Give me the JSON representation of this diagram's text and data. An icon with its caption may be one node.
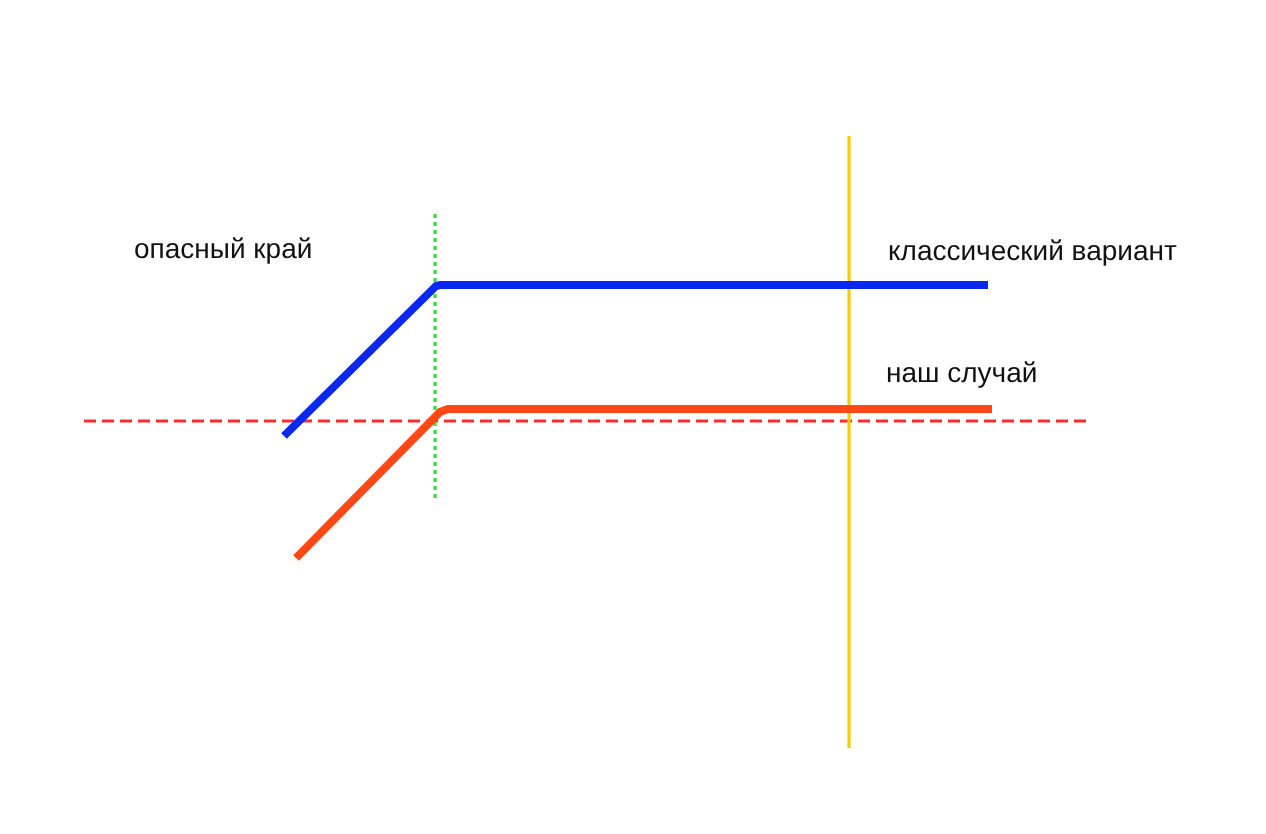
{
  "diagram": {
    "labels": [
      "опасный край",
      "классический вариант",
      "наш случай"
    ]
  }
}
